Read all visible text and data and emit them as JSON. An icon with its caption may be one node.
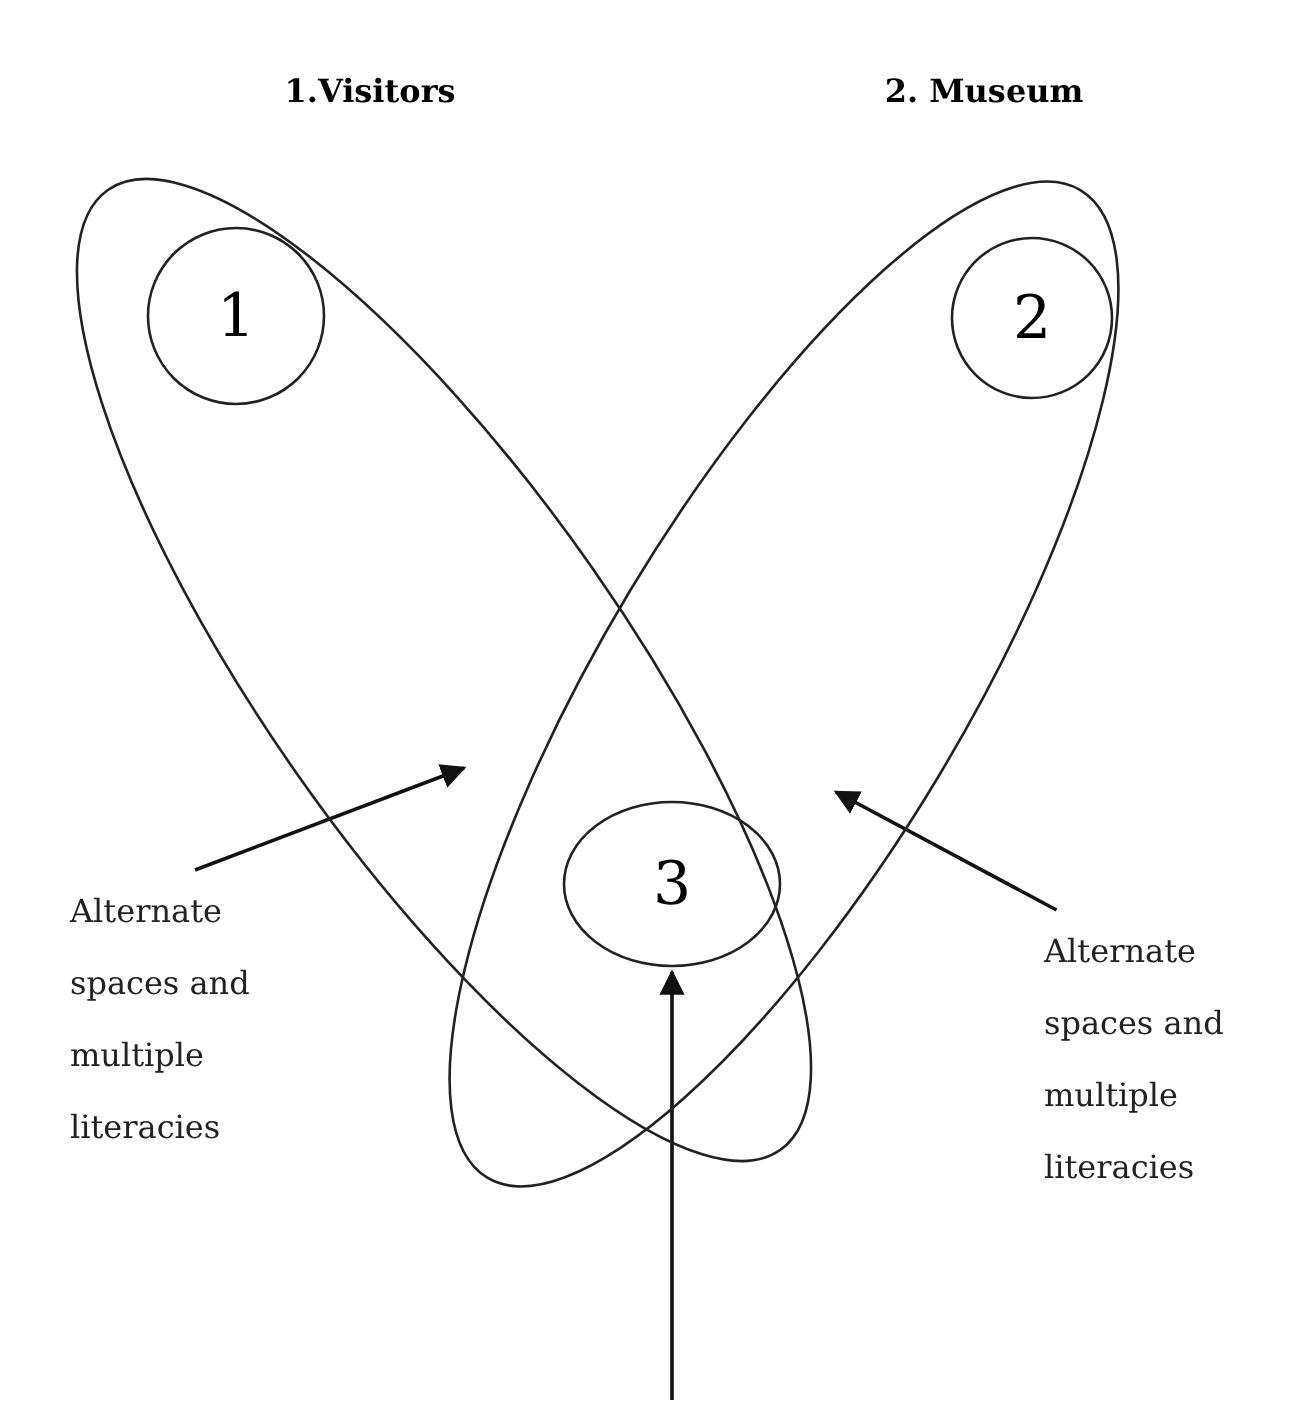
{
  "diagram": {
    "nodes": [
      {
        "text": [
          "1.Visitors"
        ]
      },
      {
        "text": [
          "1"
        ],
        "in": 0
      },
      {
        "text": [
          "2. Museum"
        ]
      },
      {
        "text": [
          "2"
        ],
        "in": 2
      },
      {
        "text": [
          "3"
        ]
      },
      {
        "text": [
          "Alternate spaces and multiple literacies"
        ]
      },
      {
        "text": [
          "Alternate spaces and multiple literacies"
        ]
      }
    ],
    "edges": [
      {
        "from": 5,
        "to": 0,
        "arrow": "to"
      },
      {
        "from": 6,
        "to": 2,
        "arrow": "to"
      },
      {
        "from": null,
        "to": 4,
        "arrow": "to"
      }
    ]
  }
}
